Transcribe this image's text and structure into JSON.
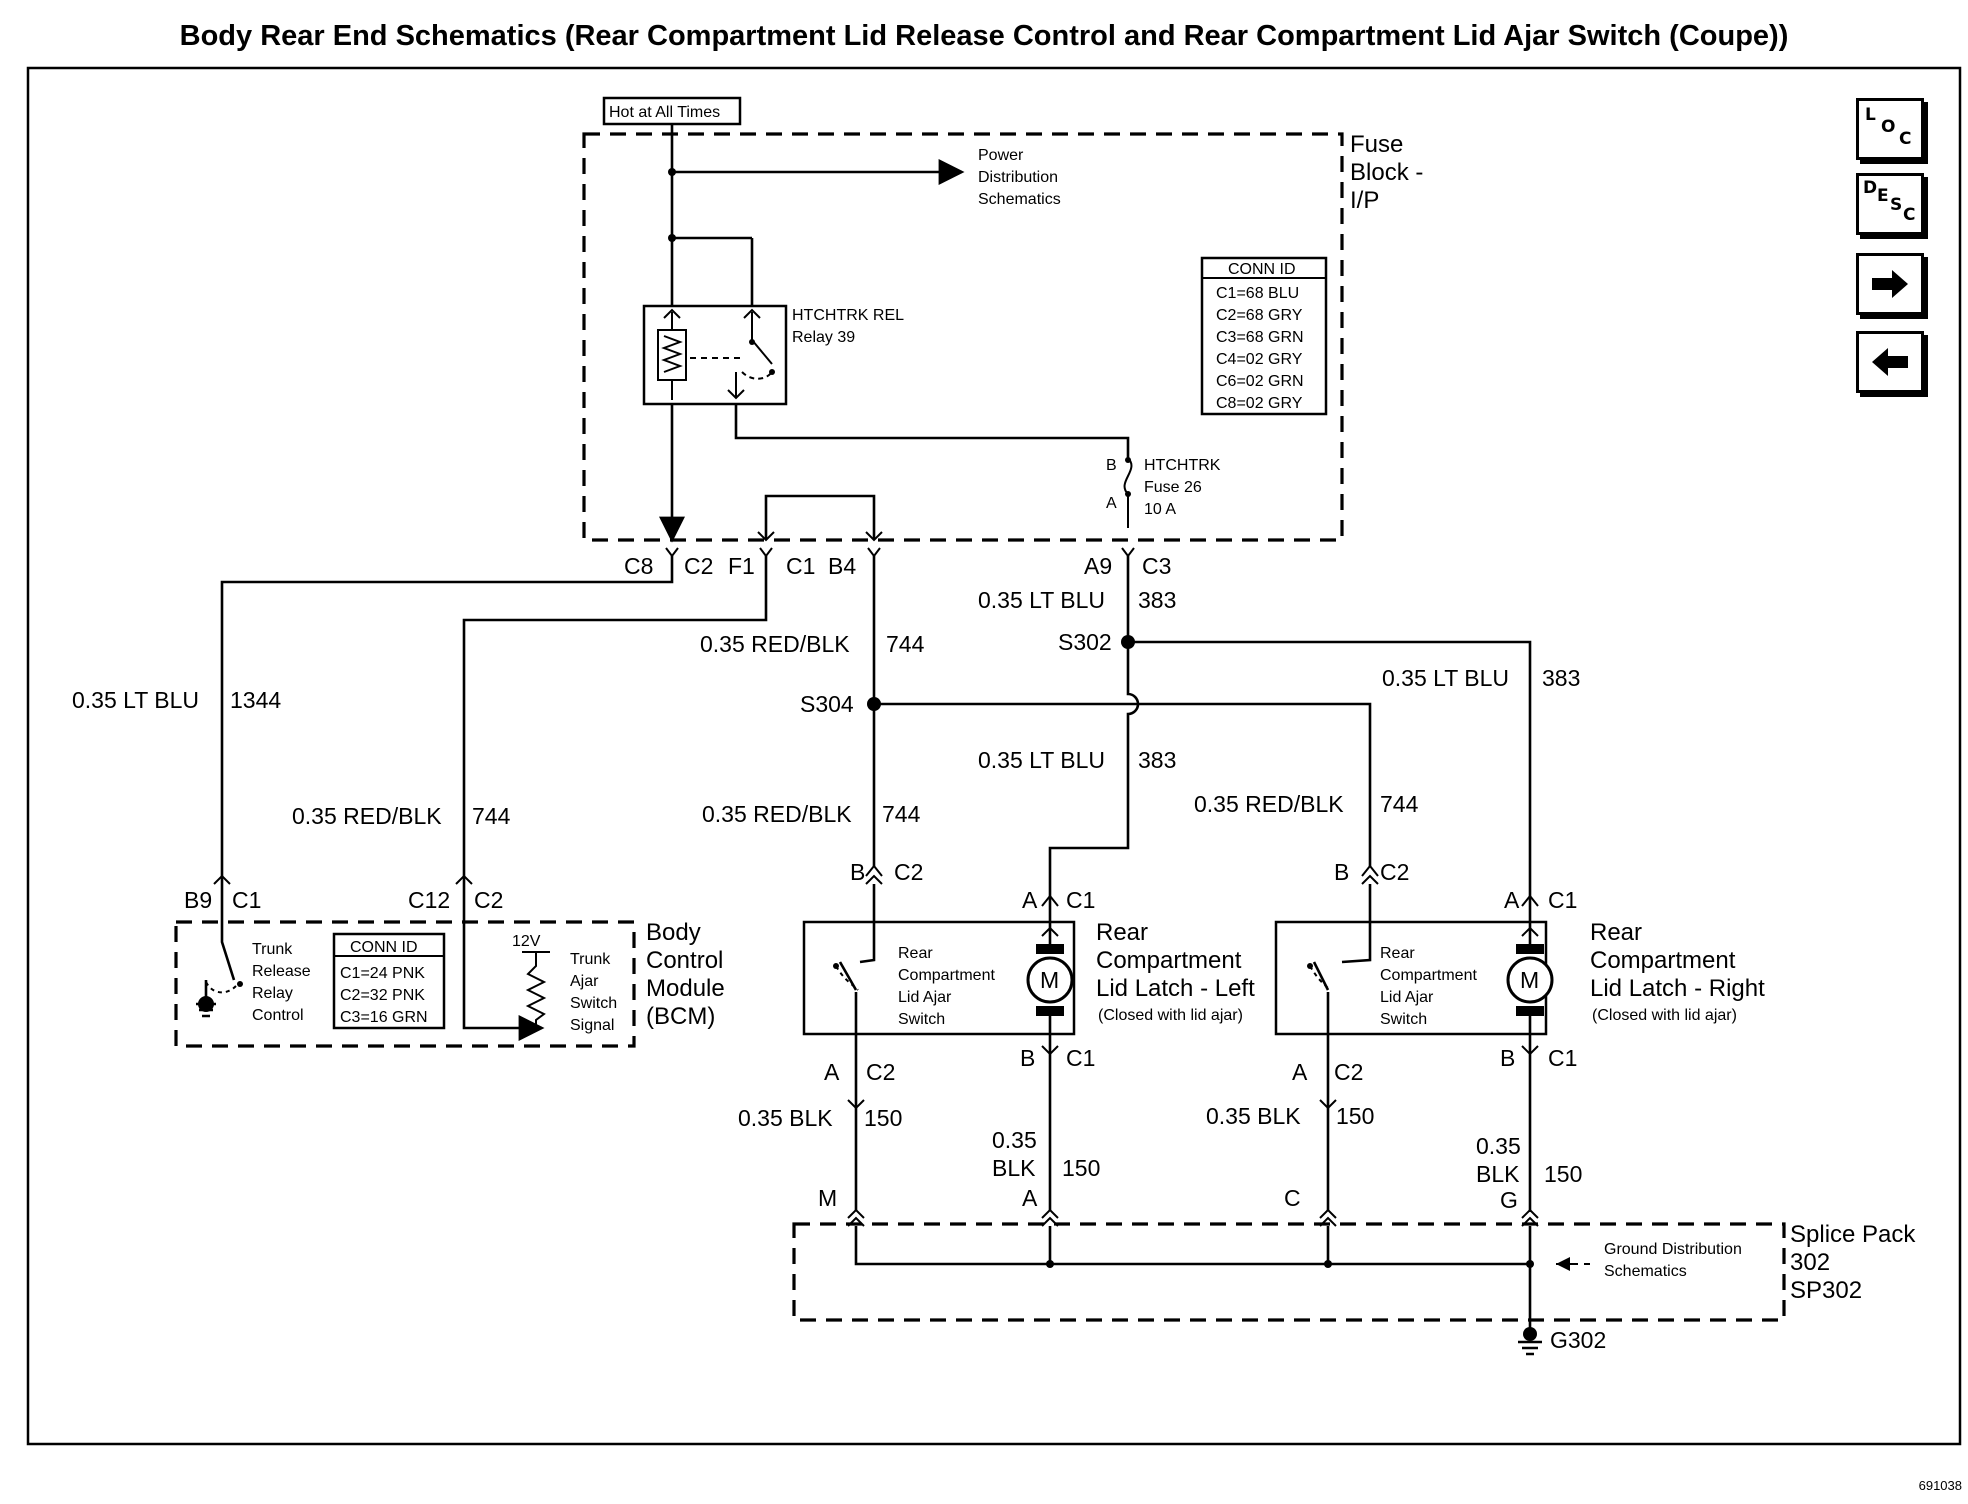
{
  "title": "Body Rear End Schematics (Rear Compartment Lid Release Control and Rear Compartment Lid Ajar Switch (Coupe))",
  "figure_id": "691038",
  "nav": {
    "loc_label": "L O C",
    "desc_label": "D E S C",
    "forward_icon": "arrow-right-icon",
    "back_icon": "arrow-left-icon"
  },
  "fuse_block": {
    "hot_label": "Hot at All Times",
    "title": [
      "Fuse",
      "Block -",
      "I/P"
    ],
    "power_dist": [
      "Power",
      "Distribution",
      "Schematics"
    ],
    "relay": [
      "HTCHTRK REL",
      "Relay 39"
    ],
    "fuse": [
      "HTCHTRK",
      "Fuse 26",
      "10 A"
    ],
    "fuse_pins": [
      "B",
      "A"
    ],
    "conn_header": "CONN ID",
    "conn_rows": [
      "C1=68 BLU",
      "C2=68 GRY",
      "C3=68 GRN",
      "C4=02 GRY",
      "C6=02 GRN",
      "C8=02 GRY"
    ],
    "pins": [
      "C8",
      "C2",
      "F1",
      "C1",
      "B4",
      "A9",
      "C3"
    ]
  },
  "wires": {
    "w1344_gauge": "0.35 LT BLU",
    "w1344_num": "1344",
    "w744_gauge": "0.35 RED/BLK",
    "w744_num": "744",
    "w383_gauge": "0.35 LT BLU",
    "w383_num": "383",
    "w150_gauge": "0.35 BLK",
    "w150_num": "150",
    "w150_top": "0.35",
    "w150_bot": "BLK"
  },
  "splices": {
    "s302": "S302",
    "s304": "S304"
  },
  "bcm": {
    "title": [
      "Body",
      "Control",
      "Module",
      "(BCM)"
    ],
    "pins": [
      "B9",
      "C1",
      "C12",
      "C2"
    ],
    "relay_ctrl": [
      "Trunk",
      "Release",
      "Relay",
      "Control"
    ],
    "conn_header": "CONN ID",
    "conn_rows": [
      "C1=24 PNK",
      "C2=32 PNK",
      "C3=16 GRN"
    ],
    "voltage": "12V",
    "ajar_signal": [
      "Trunk",
      "Ajar",
      "Switch",
      "Signal"
    ]
  },
  "latch_left": {
    "title": [
      "Rear",
      "Compartment",
      "Lid Latch - Left"
    ],
    "note": "(Closed with lid ajar)",
    "switch": [
      "Rear",
      "Compartment",
      "Lid Ajar",
      "Switch"
    ],
    "motor": "M",
    "pins": [
      "B",
      "C2",
      "A",
      "C1",
      "A",
      "C2",
      "B",
      "C1"
    ]
  },
  "latch_right": {
    "title": [
      "Rear",
      "Compartment",
      "Lid Latch - Right"
    ],
    "note": "(Closed with lid ajar)",
    "switch": [
      "Rear",
      "Compartment",
      "Lid Ajar",
      "Switch"
    ],
    "motor": "M",
    "pins": [
      "B",
      "C2",
      "A",
      "C1",
      "A",
      "C2",
      "B",
      "C1"
    ]
  },
  "splice_pack": {
    "title": [
      "Splice Pack",
      "302",
      "SP302"
    ],
    "pins": [
      "M",
      "A",
      "C",
      "G"
    ],
    "ground_dist": [
      "Ground Distribution",
      "Schematics"
    ],
    "ground": "G302"
  }
}
